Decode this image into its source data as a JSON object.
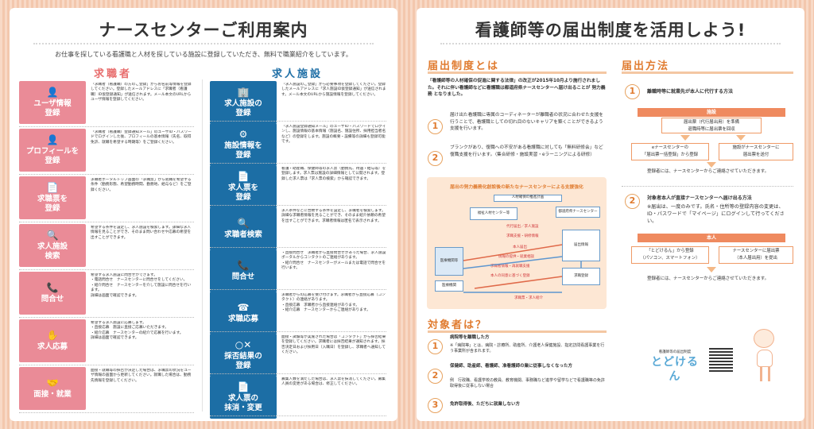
{
  "left": {
    "title": "ナースセンターご利用案内",
    "lead": "お仕事を探している看護職と人材を探している施設に登録していただき、無料で職業紹介をしています。",
    "jobseeker_head": "求職者",
    "facility_head": "求人施設",
    "jobseeker": [
      {
        "icon": "person-icon",
        "glyph": "👤",
        "label": "ユーザ情報\n登録",
        "desc": "「求職者（看護職）の方のご登録」からお名前等情報を登録してください。登録したメールアドレスに「求職者（看護職）ID仮登録通知」が送信されます。メール本文のURLからユーザ情報を登録してください。"
      },
      {
        "icon": "profile-icon",
        "glyph": "👤",
        "label": "プロフィールを\n登録",
        "desc": "「求職者（看護職）登録通知メール」のユーザID・パスワードでログインした後、プロフィールの基本情報（氏名、取得免許、就職を希望する時期等）をご登録ください。"
      },
      {
        "icon": "document-icon",
        "glyph": "📄",
        "label": "求職票を\n登録",
        "desc": "求職者ポータルトップ画面の「求職票」から就職を希望する条件（勤務形態、希望勤務時間、勤務地、給与など）をご登録ください。"
      },
      {
        "icon": "search-icon",
        "glyph": "🔍",
        "label": "求人施設\n検索",
        "desc": "希望する条件を設定し、求人施設を検索します。詳細な求人情報を見ることができ、そのまま問い合わせや応募の希望を出すことができます。"
      },
      {
        "icon": "phone-icon",
        "glyph": "📞",
        "label": "問合せ",
        "desc": "希望する求人施設に問合せができます。\n・電話問合せ　ナースセンターに問合せをしてください。\n・紹介問合せ　ナースセンターを介して施設に問合せを行います。\n詳細は画面で確認できます。"
      },
      {
        "icon": "hand-icon",
        "glyph": "✋",
        "label": "求人応募",
        "desc": "希望する求人施設に応募します。\n・直接応募　施設に直接ご応募いただきます。\n・紹介応募　ナースセンターの紹介で応募を行います。\n詳細は画面で確認できます。"
      },
      {
        "icon": "handshake-icon",
        "glyph": "🤝",
        "label": "面接・就業",
        "desc": "面接・就職等の採否が決定した場合は、求職票の状況をユーザ情報の画面から更新してください。就職した場合は、勤務先情報を登録してください。"
      }
    ],
    "facility": [
      {
        "icon": "building-icon",
        "glyph": "🏢",
        "label": "求人施設の\n登録",
        "desc": "「求人施設のご登録」から必要事項を登録してください。登録したメールアドレスに「求人施設ID仮登録通知」が送信されます。メール本文のURLから施設情報を登録してください。"
      },
      {
        "icon": "gear-icon",
        "glyph": "⚙",
        "label": "施設情報を\n登録",
        "desc": "「求人施設登録通知メール」のユーザID・パスワードでログインし、施設情報の基本情報（施設名、施設住所、採用担当者名など）の登録をします。施設の概要・設備等の詳細も登録可能です。"
      },
      {
        "icon": "document-icon",
        "glyph": "📄",
        "label": "求人票を\n登録",
        "desc": "看護・助産職、保健師等の求人票（勤務先、待遇・給与等）を登録します。求人票は施設の詳細情報として公開されます。登録した求人票は「求人票の検索」から確認できます。"
      },
      {
        "icon": "search-icon",
        "glyph": "🔍",
        "label": "求職者検索",
        "desc": "求人条件などに合致する条件を設定し、求職者を検索します。詳細な求職者情報を見ることができ、そのまま紹介依頼の希望を出すことができます。求職者情報は匿名で表示されます。"
      },
      {
        "icon": "phone-icon",
        "glyph": "📞",
        "label": "問合せ",
        "desc": "・直接問合せ　求職者から直接問合せがあった場合、求人施設ポータルからコンタクトのご連絡があります。\n・紹介問合せ　ナースセンターがメールまたは電話で問合せを行います。"
      },
      {
        "icon": "phone-icon",
        "glyph": "☎",
        "label": "求職応募",
        "desc": "求職者からの応募を受け付けます。求職者から直接応募（コンタクト）の連絡があります。\n・直接応募　求職者から直接連絡があります。\n・紹介応募　ナースセンターからご連絡があります。"
      },
      {
        "icon": "circle-cross-icon",
        "glyph": "○✕",
        "label": "採否結果の\n登録",
        "desc": "面接・試験等が実施された場合は「コンタクト」から採否結果を登録してください。求職者には採否結果が通知されます。採否決定日および採用日（入職日）を登録し、求職者へ通知してください。"
      },
      {
        "icon": "document-icon",
        "glyph": "📄",
        "label": "求人票の\n抹消・変更",
        "desc": "募集人数を満たした場合は、求人票を抹消してください。募集人員の変更がある場合は、修正してください。"
      }
    ]
  },
  "right": {
    "title": "看護師等の届出制度を活用しよう!",
    "about_head": "届出制度とは",
    "about_text": "「看護師等の人材確保の促進に関する法律」の改正が2015年10月より施行されました。それに伴い看護師などに看護職は都道府県ナースセンターへ届け出ることが 努力義務 となりました。",
    "about_points": [
      {
        "n": "1",
        "text": "届け出た看護職に専属のコーディネーターが離職者の状況に合わせた支援を行うことで、看護職としての切れ目のないキャリアを築くことができるよう支援を行います。"
      },
      {
        "n": "2",
        "text": "ブランクがあり、復職への不安がある看護職に対しても「無料研修会」など復職支援を行います。（集合研修・施設実習・eラーニングによる研修）"
      }
    ],
    "diagram": {
      "title": "届出の努力義務化創設後の新たなナースセンターによる支援強化",
      "boxes": [
        "人材確保の推進計画",
        "都道府県ナースセンター",
        "福祉人材センター等",
        "医療機関等",
        "届出情報",
        "求職登録",
        "医療機関"
      ],
      "labels": [
        "代行届出／求人施設",
        "求職支援・研修情報",
        "本人届出",
        "情報の提供・就業相談",
        "求職者情報・再就職支援",
        "本人の同意に基づく登録",
        "求職票・求人紹介"
      ]
    },
    "target_head": "対象者は？",
    "targets": [
      {
        "n": "1",
        "title": "病院等を離職した方",
        "text": "※「病院等」とは、病院・診療所、助産所、介護老人保健施設、指定訪問看護事業を行う事業所が含まれます。"
      },
      {
        "n": "2",
        "title": "保健師、助産師、看護師、准看護師の業に従事しなくなった方",
        "text": "例　行政職、看護学校の教員、教育機関、事務職など進学や留学などで看護職等の免許取得後に従事しない場合"
      },
      {
        "n": "3",
        "title": "免許取得後、ただちに就業しない方",
        "text": ""
      }
    ],
    "method_head": "届出方法",
    "method1": {
      "n": "1",
      "title": "離職時等に就業先が本人に代行する方法",
      "ribbon": "施設",
      "box_a": "届出票（代行届出用）を準備\n退職時等に届出票を回収",
      "box_b": "eナースセンターの\n「届出票一括登録」から登録",
      "box_c": "施設がナースセンターに\n届出票を送付",
      "note": "登録者には、ナースセンターからご連絡させていただきます。"
    },
    "method2": {
      "n": "2",
      "title": "対象者本人が直接ナースセンターへ届け出る方法",
      "sub": "※届出は、一度のみです。氏名・住所等の登録内容の変更は、ID・パスワードで「マイページ」にログインして行ってください。",
      "ribbon": "本人",
      "box_a": "「とどけるん」から登録\n（パソコン、スマートフォン）",
      "box_b": "ナースセンターに届出票\n（本人届出用）を提出",
      "note": "登録者には、ナースセンターからご連絡させていただきます。"
    },
    "logo_sub": "看護師等の届出制度",
    "logo": "とどけるん"
  }
}
